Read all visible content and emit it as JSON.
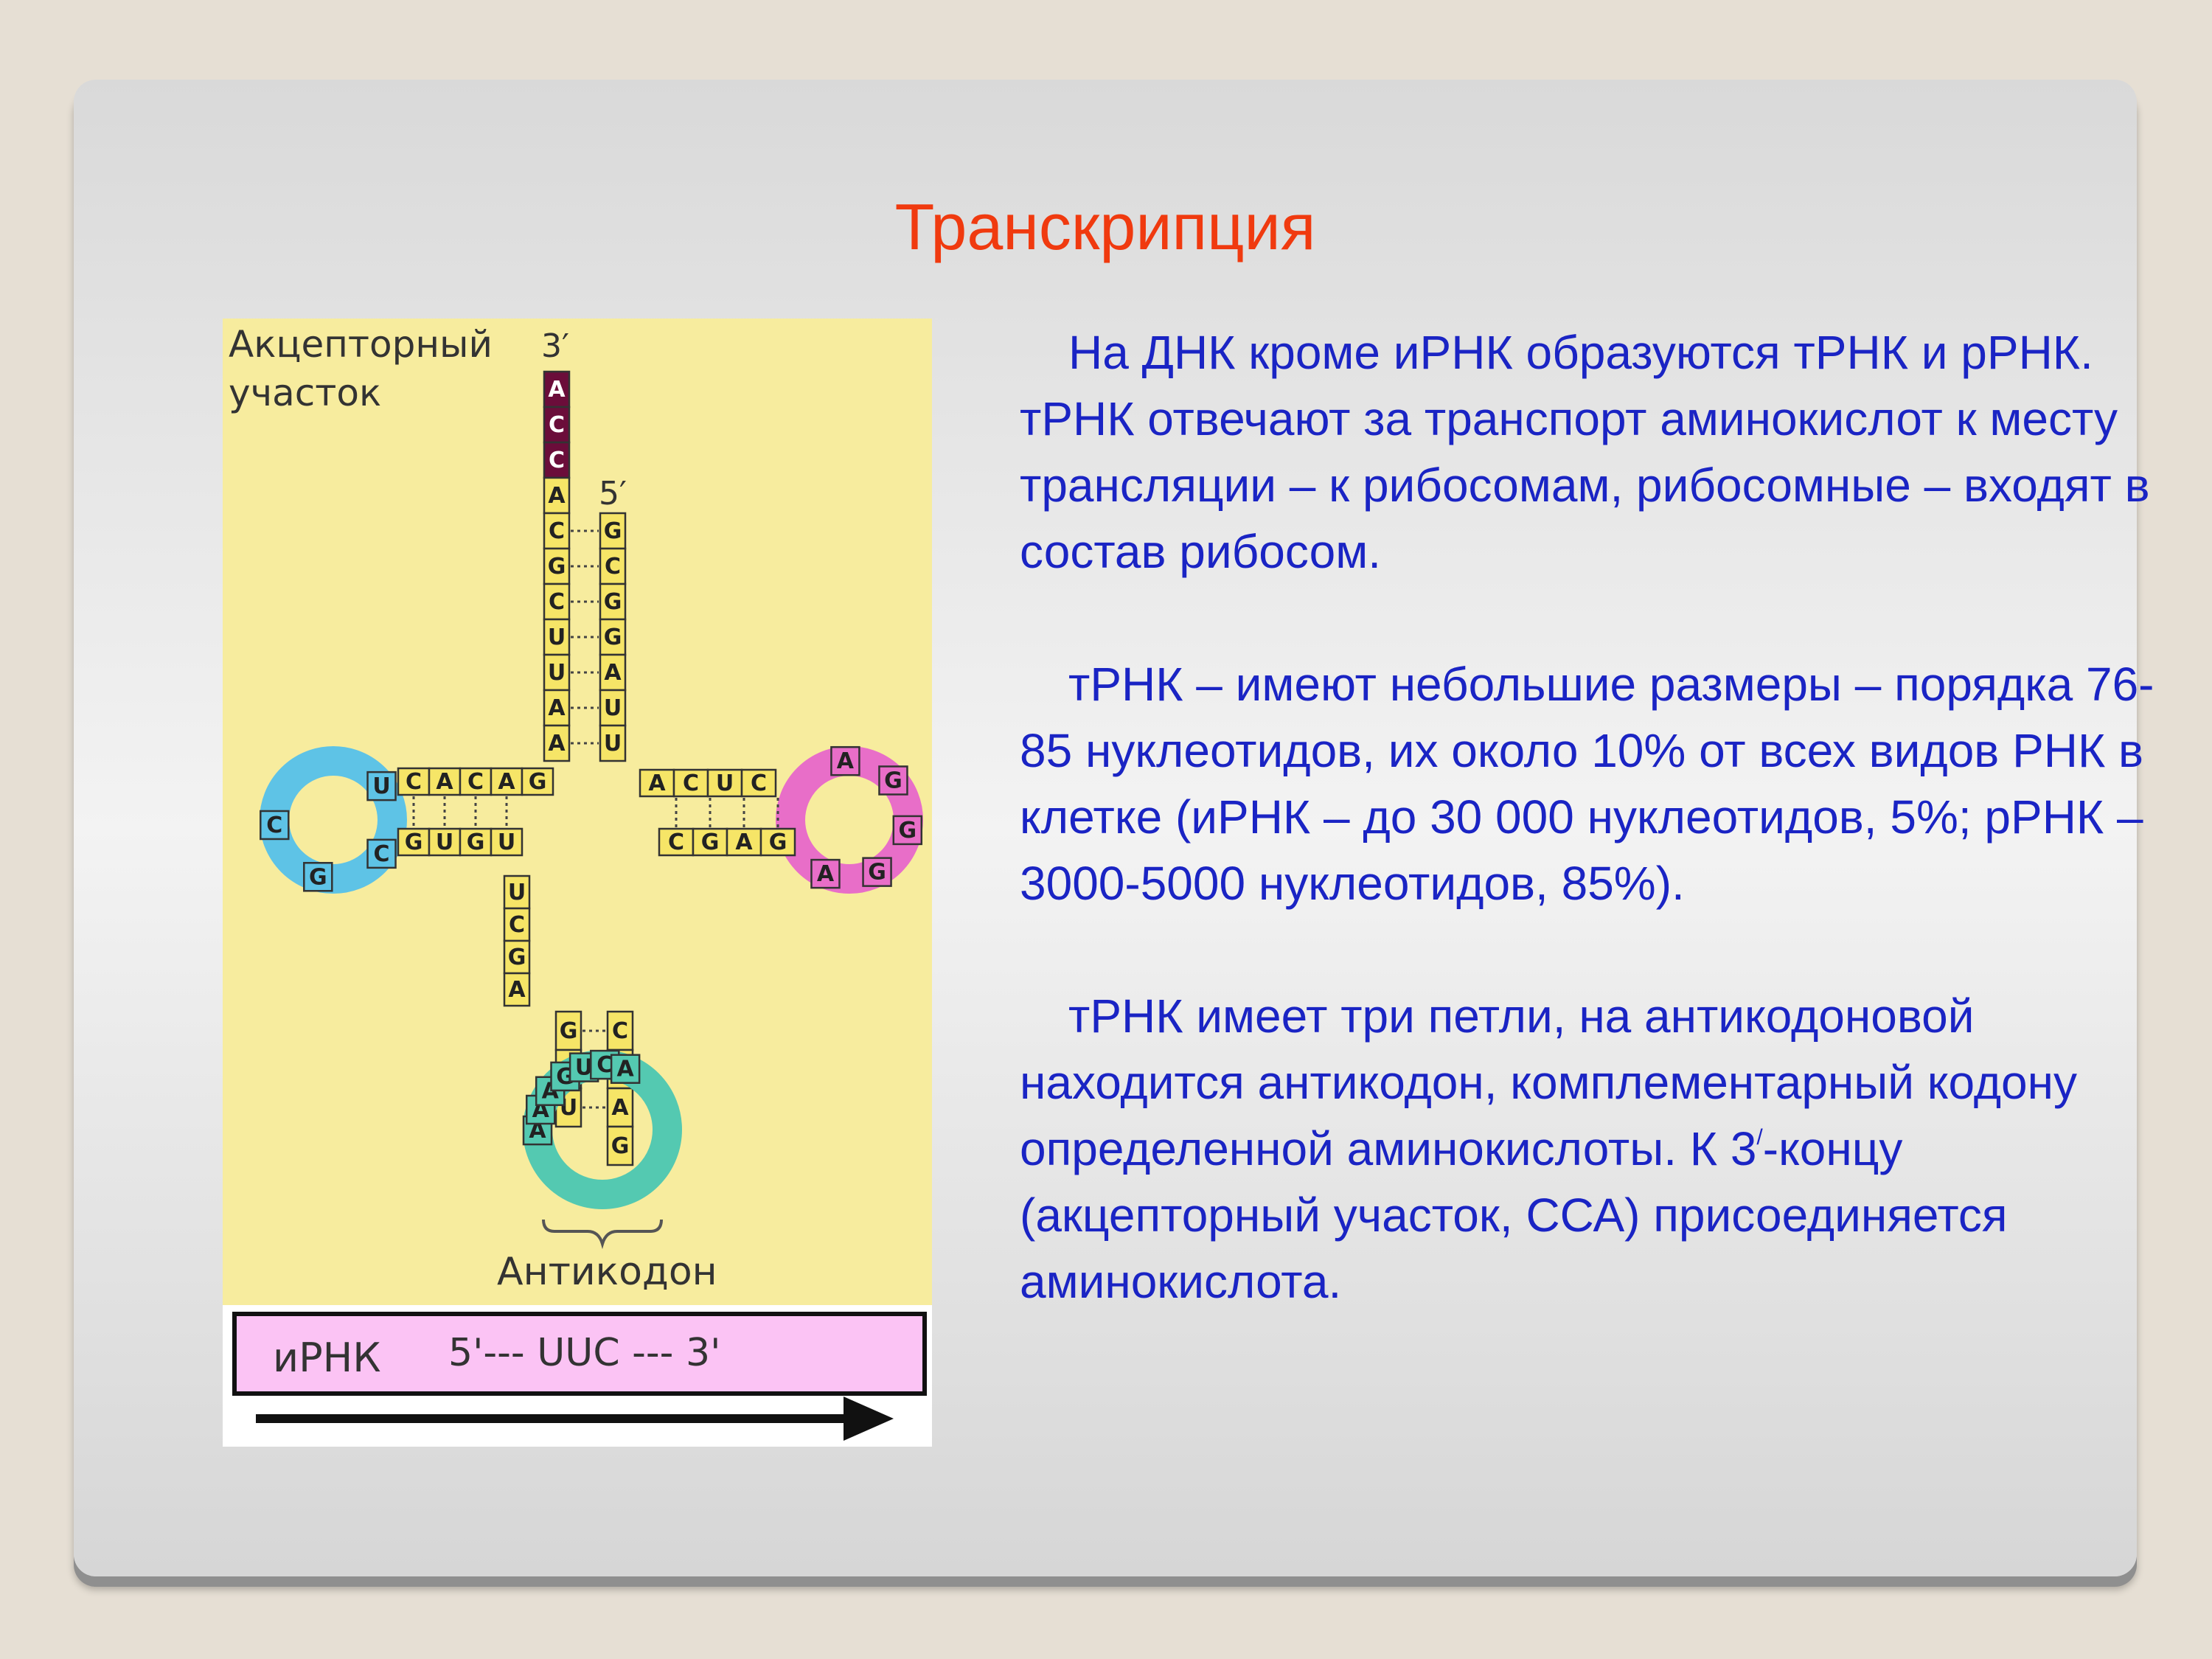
{
  "slide": {
    "title": "Транскрипция"
  },
  "figure": {
    "acceptor_label_1": "Акцепторный",
    "acceptor_label_2": "участок",
    "three_prime": "3′",
    "five_prime": "5′",
    "anticodon_label": "Антикодон",
    "mrna_label": "иРНК",
    "mrna_sequence": "5'--- UUC --- 3'",
    "acceptor_cca": [
      "A",
      "C",
      "C"
    ],
    "acceptor_stem_left": [
      "A",
      "C",
      "G",
      "C",
      "U",
      "U",
      "A",
      "A"
    ],
    "acceptor_stem_right": [
      "G",
      "C",
      "G",
      "G",
      "A",
      "U",
      "U"
    ],
    "d_arm_top": [
      "C",
      "A",
      "C",
      "A",
      "G"
    ],
    "d_arm_bottom": [
      "G",
      "U",
      "G",
      "U"
    ],
    "d_loop": [
      "U",
      "C",
      "G",
      "C"
    ],
    "t_arm_top": [
      "A",
      "C",
      "U",
      "C"
    ],
    "t_arm_bottom": [
      "C",
      "G",
      "A",
      "G"
    ],
    "t_loop": [
      "A",
      "G",
      "G",
      "G",
      "A"
    ],
    "variable_loop": [
      "U",
      "C",
      "G",
      "A"
    ],
    "anticodon_stem_left": [
      "G",
      "G",
      "U"
    ],
    "anticodon_stem_right": [
      "C",
      "C",
      "A",
      "G"
    ],
    "anticodon_loop": [
      "A",
      "A",
      "A",
      "G",
      "U",
      "C",
      "A"
    ],
    "colors": {
      "background": "#f7ec9e",
      "stem": "#f6e567",
      "acceptor_end": "#6b0d3a",
      "d_loop": "#5ec3e6",
      "t_loop": "#e86ec8",
      "anticodon_loop": "#54c9b1",
      "mrna_box": "#fbc3f4"
    }
  },
  "paragraphs": {
    "p1": "На ДНК кроме иРНК образуются тРНК и рРНК. тРНК отвечают за транспорт аминокислот к месту трансляции – к рибосомам, рибосомные – входят в состав рибосом.",
    "p2": "тРНК – имеют небольшие размеры – порядка 76-85 нуклеотидов, их около 10% от всех видов РНК в клетке (иРНК – до 30 000 нуклеотидов, 5%; рРНК – 3000-5000 нуклеотидов, 85%).",
    "p3_start": "тРНК имеет три петли, на антикодоновой находится антикодон, комплементарный кодону определенной аминокислоты. К 3",
    "p3_sup": "/",
    "p3_end": "-концу (акцепторный участок, ССА) присоединяется аминокислота."
  }
}
